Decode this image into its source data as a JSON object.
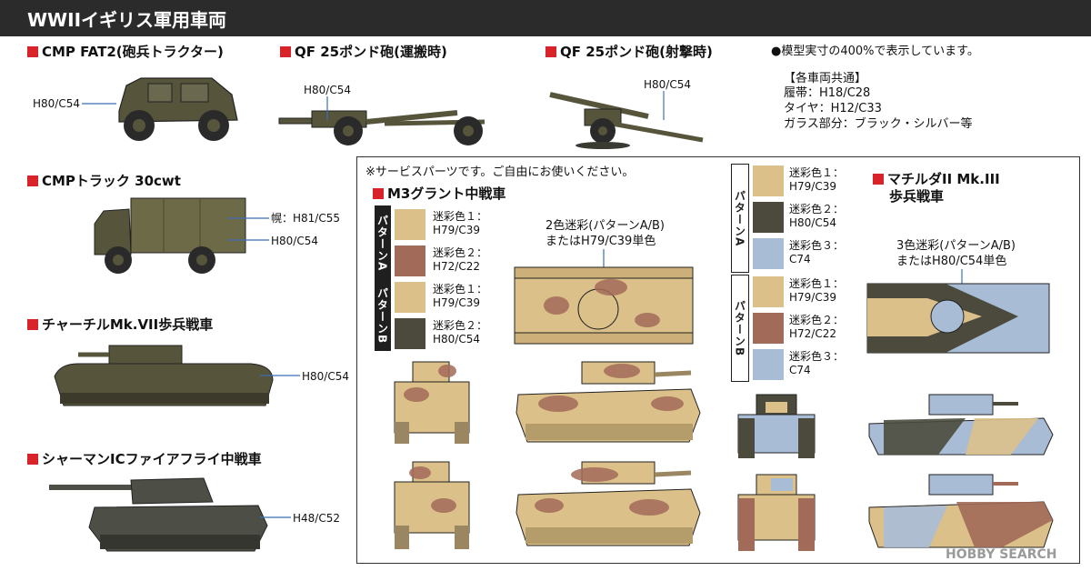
{
  "header": {
    "title": "WWIIイギリス軍用車両"
  },
  "sections": {
    "cmp_fat2": {
      "title": "CMP FAT2(砲兵トラクター)",
      "labels": [
        "H80/C54"
      ]
    },
    "qf25_transport": {
      "title": "QF 25ポンド砲(運搬時)",
      "labels": [
        "H80/C54"
      ]
    },
    "qf25_firing": {
      "title": "QF 25ポンド砲(射撃時)",
      "labels": [
        "H80/C54"
      ]
    },
    "cmp_truck": {
      "title": "CMPトラック 30cwt",
      "labels": [
        "幌：H81/C55",
        "H80/C54"
      ]
    },
    "churchill": {
      "title": "チャーチルMk.VII歩兵戦車",
      "labels": [
        "H80/C54"
      ]
    },
    "sherman": {
      "title": "シャーマンICファイアフライ中戦車",
      "labels": [
        "H48/C52"
      ]
    }
  },
  "scale_note": "●模型実寸の400%で表示しています。",
  "common": {
    "heading": "【各車両共通】",
    "lines": [
      "履帯：H18/C28",
      "タイヤ：H12/C33",
      "ガラス部分：ブラック・シルバー等"
    ]
  },
  "service": {
    "note": "※サービスパーツです。ご自由にお使いください。",
    "m3": {
      "title": "M3グラント中戦車",
      "pattern_a": "パターンA",
      "pattern_b": "パターンB",
      "swatches_a": [
        {
          "label": "迷彩色１：",
          "code": "H79/C39",
          "color": "#dcc08a"
        },
        {
          "label": "迷彩色２：",
          "code": "H72/C22",
          "color": "#a26a58"
        }
      ],
      "swatches_b": [
        {
          "label": "迷彩色１：",
          "code": "H79/C39",
          "color": "#dcc08a"
        },
        {
          "label": "迷彩色２：",
          "code": "H80/C54",
          "color": "#4b4a3d"
        }
      ],
      "camo_note_1": "2色迷彩(パターンA/B)",
      "camo_note_2": "またはH79/C39単色"
    },
    "matilda": {
      "title_1": "マチルダII Mk.III",
      "title_2": "歩兵戦車",
      "pattern_a": "パターンA",
      "pattern_b": "パターンB",
      "swatches_a": [
        {
          "label": "迷彩色１：",
          "code": "H79/C39",
          "color": "#dcc08a"
        },
        {
          "label": "迷彩色２：",
          "code": "H80/C54",
          "color": "#4b4a3d"
        },
        {
          "label": "迷彩色３：",
          "code": "C74",
          "color": "#a9bcd6"
        }
      ],
      "swatches_b": [
        {
          "label": "迷彩色１：",
          "code": "H79/C39",
          "color": "#dcc08a"
        },
        {
          "label": "迷彩色２：",
          "code": "H72/C22",
          "color": "#a26a58"
        },
        {
          "label": "迷彩色３：",
          "code": "C74",
          "color": "#a9bcd6"
        }
      ],
      "camo_note_1": "3色迷彩(パターンA/B)",
      "camo_note_2": "またはH80/C54単色"
    }
  },
  "watermark": "HOBBY SEARCH",
  "colors": {
    "olive": "#56553c",
    "sherman": "#4d4f47",
    "sand": "#dcc08a",
    "brown": "#a26a58",
    "blue": "#a9bcd6",
    "accent": "#d8232a"
  }
}
